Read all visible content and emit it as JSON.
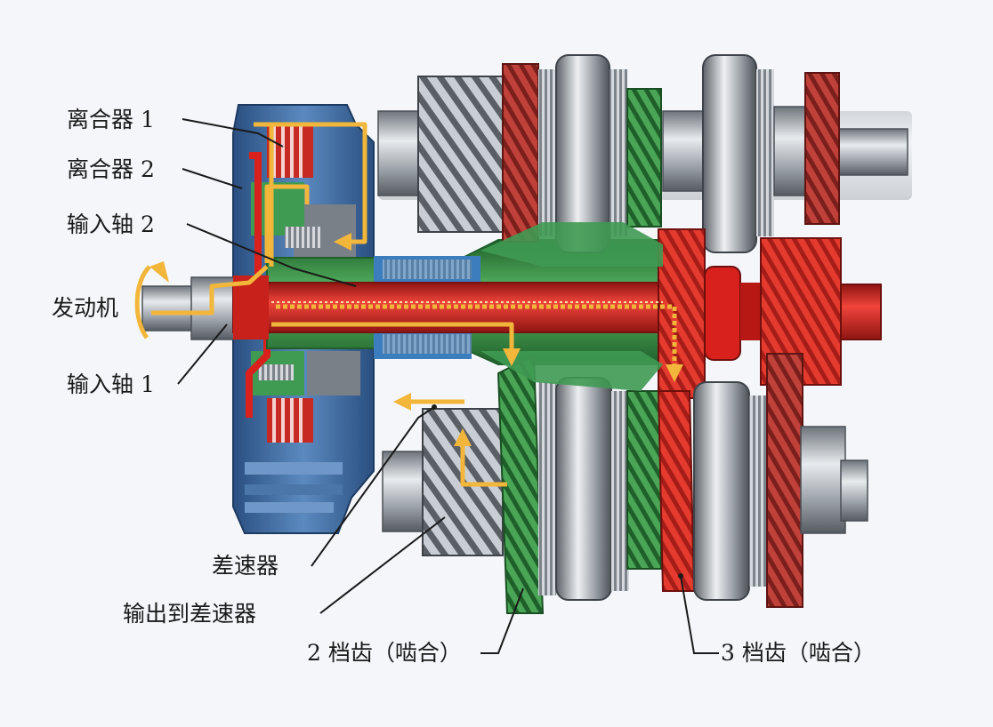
{
  "labels": {
    "clutch1": "离合器 1",
    "clutch2": "离合器 2",
    "input_shaft2": "输入轴 2",
    "engine": "发动机",
    "input_shaft1": "输入轴 1",
    "differential": "差速器",
    "output_to_diff": "输出到差速器",
    "gear2": "2 档齿（啮合）",
    "gear3": "3 档齿（啮合）"
  },
  "colors": {
    "background": "#f4f6fa",
    "shaft_red": "#d8201c",
    "gear_red": "#b8322c",
    "gear_green": "#2e8a3a",
    "housing_blue": "#3d6fa8",
    "steel": "#9ea4ab",
    "flow_arrow": "#f2b63a",
    "leader_line": "#1a1a1a"
  }
}
